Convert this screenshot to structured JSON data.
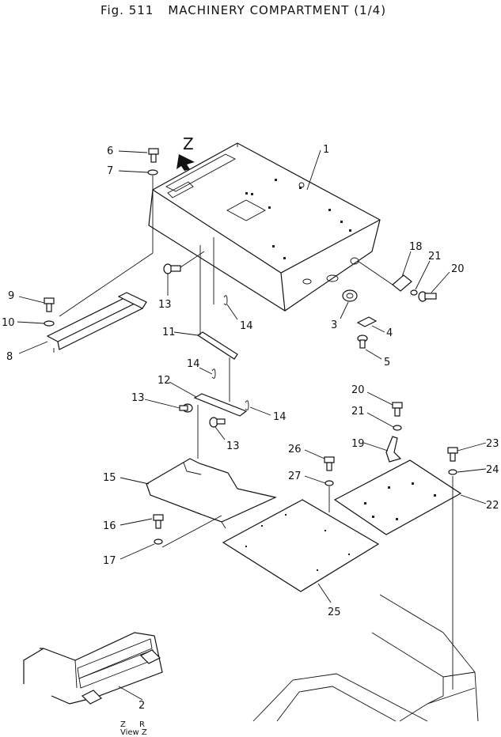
{
  "figure": {
    "number": "Fig. 511",
    "title": "MACHINERY COMPARTMENT (1/4)"
  },
  "z_arrow_label": "Z",
  "view_label": {
    "z_top": "Z",
    "mark": "R",
    "text": "View Z"
  },
  "callouts": [
    "1",
    "2",
    "3",
    "4",
    "5",
    "6",
    "7",
    "8",
    "9",
    "10",
    "11",
    "12",
    "13",
    "13",
    "13",
    "14",
    "14",
    "14",
    "15",
    "16",
    "17",
    "18",
    "19",
    "20",
    "20",
    "21",
    "21",
    "22",
    "23",
    "24",
    "25",
    "26",
    "27"
  ]
}
